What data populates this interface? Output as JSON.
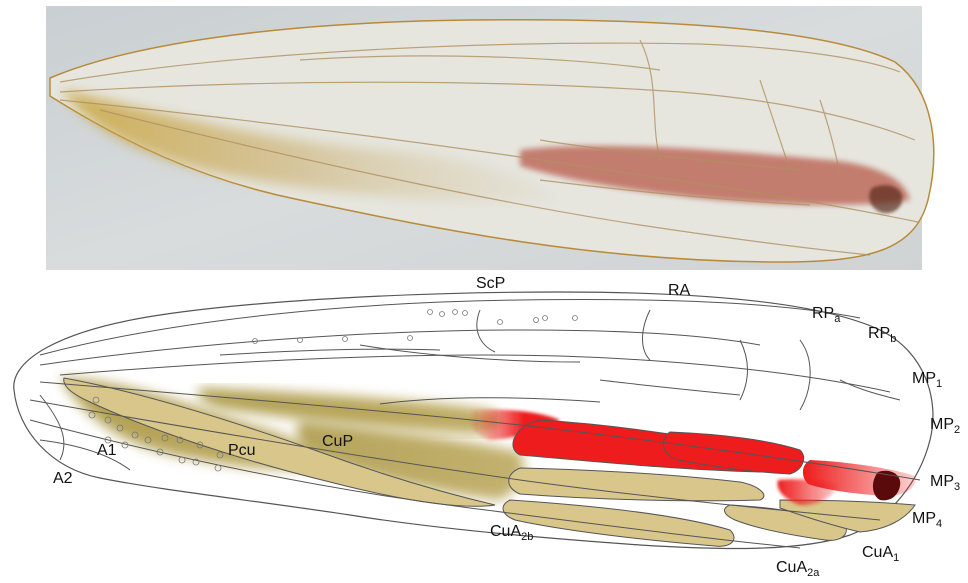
{
  "photo": {
    "subject": "insect-wing-micrograph"
  },
  "diagram": {
    "labels": {
      "scp": "ScP",
      "ra": "RA",
      "rpa": {
        "main": "RP",
        "sub": "a"
      },
      "rpb": {
        "main": "RP",
        "sub": "b"
      },
      "mp1": {
        "main": "MP",
        "sub": "1"
      },
      "mp2": {
        "main": "MP",
        "sub": "2"
      },
      "mp3": {
        "main": "MP",
        "sub": "3"
      },
      "mp4": {
        "main": "MP",
        "sub": "4"
      },
      "cua1": {
        "main": "CuA",
        "sub": "1"
      },
      "cua2a": {
        "main": "CuA",
        "sub": "2a"
      },
      "cua2b": {
        "main": "CuA",
        "sub": "2b"
      },
      "cup": "CuP",
      "pcu": "Pcu",
      "a1": "A1",
      "a2": "A2"
    },
    "colors": {
      "tan": "#d9c68a",
      "olive": "#a8953f",
      "red": "#ee1c1c",
      "dark_red": "#5a0a0a",
      "outline": "#555555"
    }
  }
}
